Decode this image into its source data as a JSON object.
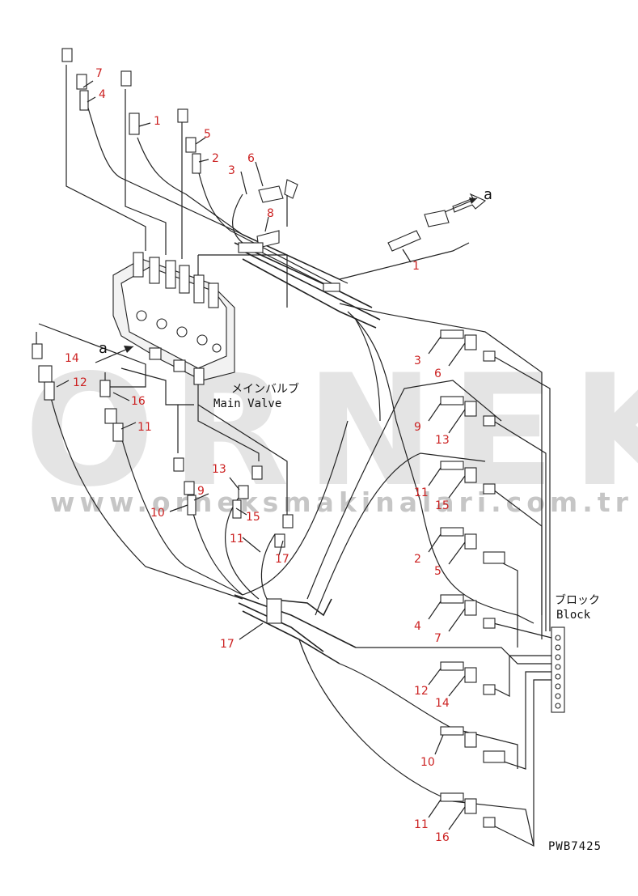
{
  "watermark": {
    "brand": "ORNEK",
    "website": "www.orneksmakinalari.com.tr"
  },
  "drawing": {
    "code": "PWB7425"
  },
  "labels": {
    "main_valve_jp": "メインバルブ",
    "main_valve_en": "Main Valve",
    "block_jp": "ブロック",
    "block_en": "Block",
    "view_arrow": "a"
  },
  "callouts": {
    "top_7": "7",
    "top_4": "4",
    "top_1a": "1",
    "top_5": "5",
    "top_2": "2",
    "top_6": "6",
    "top_3": "3",
    "top_8": "8",
    "top_1b": "1",
    "left_14": "14",
    "left_12": "12",
    "left_16": "16",
    "left_11": "11",
    "mid_13": "13",
    "mid_9": "9",
    "mid_10": "10",
    "mid_15": "15",
    "mid_11": "11",
    "mid_17a": "17",
    "bottom_17": "17",
    "r1_a": "3",
    "r1_b": "6",
    "r2_a": "9",
    "r2_b": "13",
    "r3_a": "11",
    "r3_b": "15",
    "r4_a": "2",
    "r4_b": "5",
    "r5_a": "4",
    "r5_b": "7",
    "r6_a": "12",
    "r6_b": "14",
    "r7_a": "10",
    "r8_a": "11",
    "r8_b": "16"
  }
}
